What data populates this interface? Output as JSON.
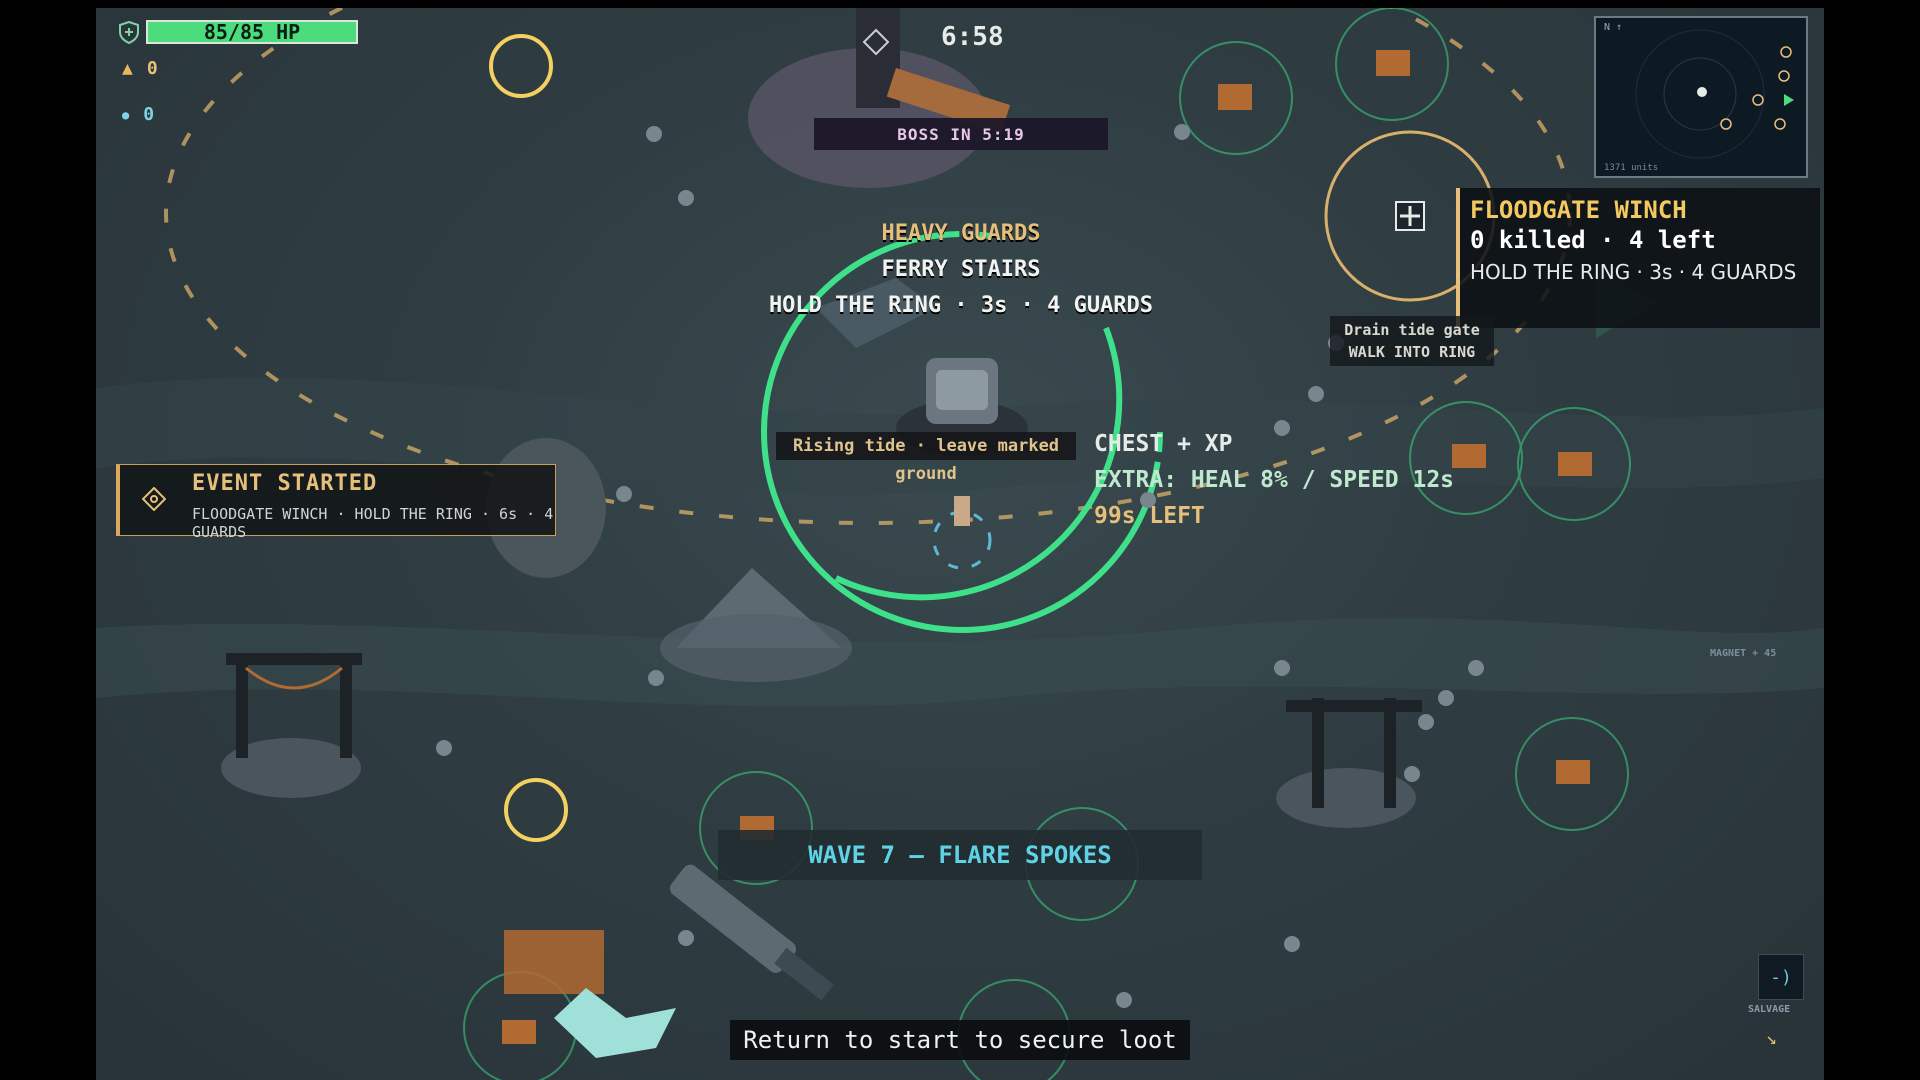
{
  "hud": {
    "hp_text": "85/85 HP",
    "hp_fraction": 1.0,
    "coins": "0",
    "gems": "0",
    "timer": "6:58",
    "boss_banner": "BOSS IN 5:19"
  },
  "center_objective": {
    "line1": "HEAVY GUARDS",
    "line2": "FERRY STAIRS",
    "line3": "HOLD THE RING · 3s · 4 GUARDS"
  },
  "rising_tide": "Rising tide · leave marked ground",
  "event_notice": {
    "title": "EVENT STARTED",
    "subtitle": "FLOODGATE WINCH · HOLD THE RING · 6s · 4 GUARDS"
  },
  "reward": {
    "line1": "CHEST + XP",
    "line2": "EXTRA: HEAL 8% / SPEED 12s",
    "line3": "99s LEFT"
  },
  "objective_panel": {
    "title": "FLOODGATE WINCH",
    "kills": "0 killed · 4 left",
    "hint": "HOLD THE RING · 3s · 4 GUARDS"
  },
  "ring_prompt": {
    "line1": "Drain tide gate",
    "line2": "WALK INTO RING"
  },
  "minimap": {
    "compass": "N ↑",
    "scale": "1371 units"
  },
  "wave_banner": "WAVE 7 — FLARE SPOKES",
  "secure_prompt": "Return to start to secure loot",
  "magnet_label": "MAGNET + 45",
  "salvage": {
    "icon_glyph": "-)",
    "label": "SALVAGE"
  },
  "colors": {
    "hp": "#4cdc7e",
    "ring": "#3fe08a",
    "gold": "#e6c07a",
    "wave": "#5fd3e6",
    "ground": "#2f3d42"
  }
}
